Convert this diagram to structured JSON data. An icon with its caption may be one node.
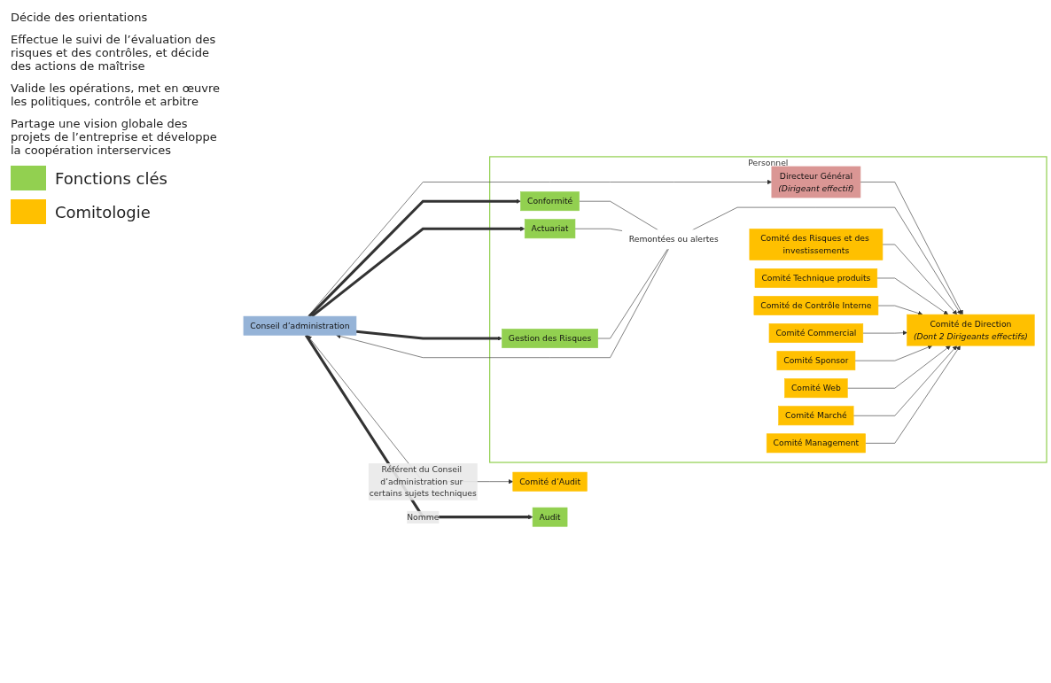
{
  "diagram": {
    "nodes": [
      {
        "text": [
          "Conseil d’administration"
        ]
      },
      {
        "text": [
          "Personnel"
        ]
      },
      {
        "text": [
          "Directeur Général",
          "(Dirigeant effectif)"
        ],
        "in": 1
      },
      {
        "text": [
          "Comité de Direction",
          "(Dont 2 Dirigeants effectifs)"
        ],
        "in": 1
      },
      {
        "text": [
          "Comité d’Audit"
        ]
      },
      {
        "text": [
          "Audit"
        ]
      },
      {
        "text": [
          "Remontées ou alertes"
        ],
        "in": 1
      },
      {
        "text": [
          "Conformité"
        ],
        "in": 1
      },
      {
        "text": [
          "Actuariat"
        ],
        "in": 1
      },
      {
        "text": [
          "Gestion des Risques"
        ],
        "in": 1
      },
      {
        "text": [
          "Comité des Risques et des investissements"
        ],
        "in": 1
      },
      {
        "text": [
          "Comité Technique produits"
        ],
        "in": 1
      },
      {
        "text": [
          "Comité de Contrôle Interne"
        ],
        "in": 1
      },
      {
        "text": [
          "Comité Commercial"
        ],
        "in": 1
      },
      {
        "text": [
          "Comité Sponsor"
        ],
        "in": 1
      },
      {
        "text": [
          "Comité Web"
        ],
        "in": 1
      },
      {
        "text": [
          "Comité Marché"
        ],
        "in": 1
      },
      {
        "text": [
          "Comité Management"
        ],
        "in": 1
      }
    ],
    "edges": [
      {
        "from": 0,
        "to": 2,
        "arrow": "to"
      },
      {
        "from": 2,
        "to": 3,
        "arrow": "to"
      },
      {
        "from": 0,
        "to": 4,
        "arrow": "both",
        "label": "Référent du Conseil d’administration sur certains sujets techniques"
      },
      {
        "from": 0,
        "to": 5,
        "arrow": "to",
        "style": "thick",
        "label": "Nomme"
      },
      {
        "from": 0,
        "to": 7,
        "arrow": "to",
        "style": "thick"
      },
      {
        "from": 0,
        "to": 8,
        "arrow": "to",
        "style": "thick"
      },
      {
        "from": 0,
        "to": 9,
        "arrow": "to",
        "style": "thick"
      },
      {
        "from": 7,
        "to": 6,
        "arrow": "none"
      },
      {
        "from": 8,
        "to": 6,
        "arrow": "none"
      },
      {
        "from": 9,
        "to": 6,
        "arrow": "none"
      },
      {
        "from": 6,
        "to": 3,
        "arrow": "to"
      },
      {
        "from": 6,
        "to": 0,
        "arrow": "to"
      },
      {
        "from": 10,
        "to": 3,
        "arrow": "to"
      },
      {
        "from": 11,
        "to": 3,
        "arrow": "to"
      },
      {
        "from": 12,
        "to": 3,
        "arrow": "to"
      },
      {
        "from": 13,
        "to": 3,
        "arrow": "to"
      },
      {
        "from": 14,
        "to": 3,
        "arrow": "to"
      },
      {
        "from": 15,
        "to": 3,
        "arrow": "to"
      },
      {
        "from": 16,
        "to": 3,
        "arrow": "to"
      },
      {
        "from": 17,
        "to": 3,
        "arrow": "to"
      }
    ],
    "labels": [
      "Décide des orientations",
      "Effectue le suivi de l’évaluation des risques et des contrôles, et décide des actions de maîtrise",
      "Valide les opérations, met en œuvre les politiques, contrôle et arbitre",
      "Partage une vision globale des projets de l’entreprise et développe la coopération interservices"
    ],
    "legend": [
      {
        "text": "Fonctions clés",
        "color": "#92d050"
      },
      {
        "text": "Comitologie",
        "color": "#ffc000"
      }
    ]
  }
}
